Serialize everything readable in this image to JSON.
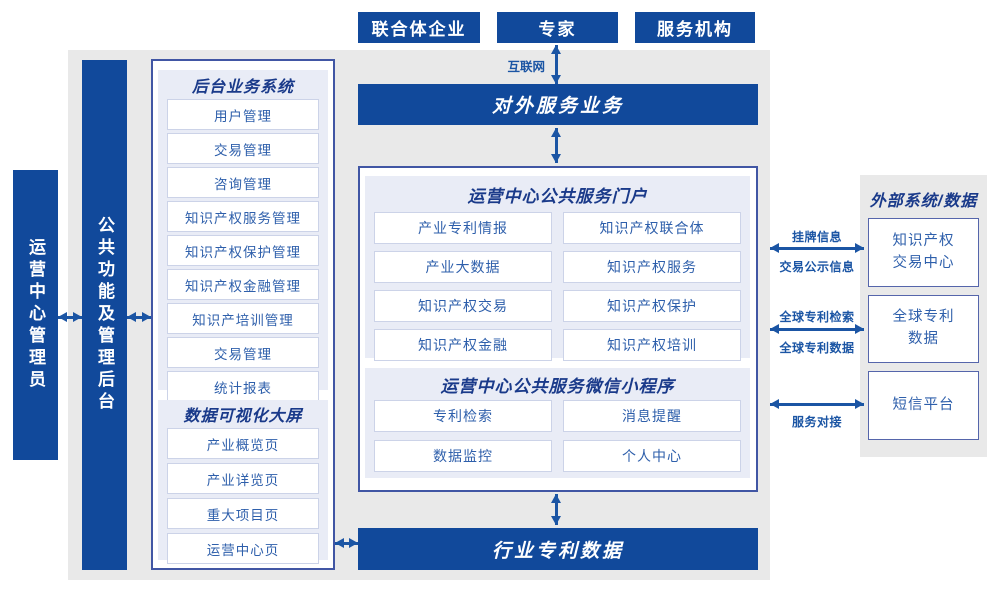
{
  "top_actors": [
    "联合体企业",
    "专家",
    "服务机构"
  ],
  "internet_label": "互联网",
  "external_service_bar": "对外服务业务",
  "left_rails": {
    "admin": "运营中心管理员",
    "backend": "公共功能及管理后台"
  },
  "backend_system": {
    "title": "后台业务系统",
    "items": [
      "用户管理",
      "交易管理",
      "咨询管理",
      "知识产权服务管理",
      "知识产权保护管理",
      "知识产权金融管理",
      "知识产培训管理",
      "交易管理",
      "统计报表"
    ]
  },
  "visualization": {
    "title": "数据可视化大屏",
    "items": [
      "产业概览页",
      "产业详览页",
      "重大项目页",
      "运营中心页"
    ]
  },
  "portal": {
    "title": "运营中心公共服务门户",
    "items": [
      "产业专利情报",
      "知识产权联合体",
      "产业大数据",
      "知识产权服务",
      "知识产权交易",
      "知识产权保护",
      "知识产权金融",
      "知识产权培训"
    ]
  },
  "miniprogram": {
    "title": "运营中心公共服务微信小程序",
    "items": [
      "专利检索",
      "消息提醒",
      "数据监控",
      "个人中心"
    ]
  },
  "industry_data_bar": "行业专利数据",
  "external_panel": {
    "title": "外部系统/数据",
    "boxes": [
      "知识产权\n交易中心",
      "全球专利\n数据",
      "短信平台"
    ]
  },
  "connection_labels": {
    "c1_top": "挂牌信息",
    "c1_bottom": "交易公示信息",
    "c2_top": "全球专利检索",
    "c2_bottom": "全球专利数据",
    "c3_bottom": "服务对接"
  },
  "colors": {
    "primary_blue": "#11499B",
    "arrow_blue": "#1B55A4",
    "title_navy": "#1A3A8A",
    "item_text_blue": "#2E5FAB",
    "panel_lavender": "#E9ECF6",
    "background_gray": "#E9E9E9",
    "box_border": "#4156A4"
  }
}
